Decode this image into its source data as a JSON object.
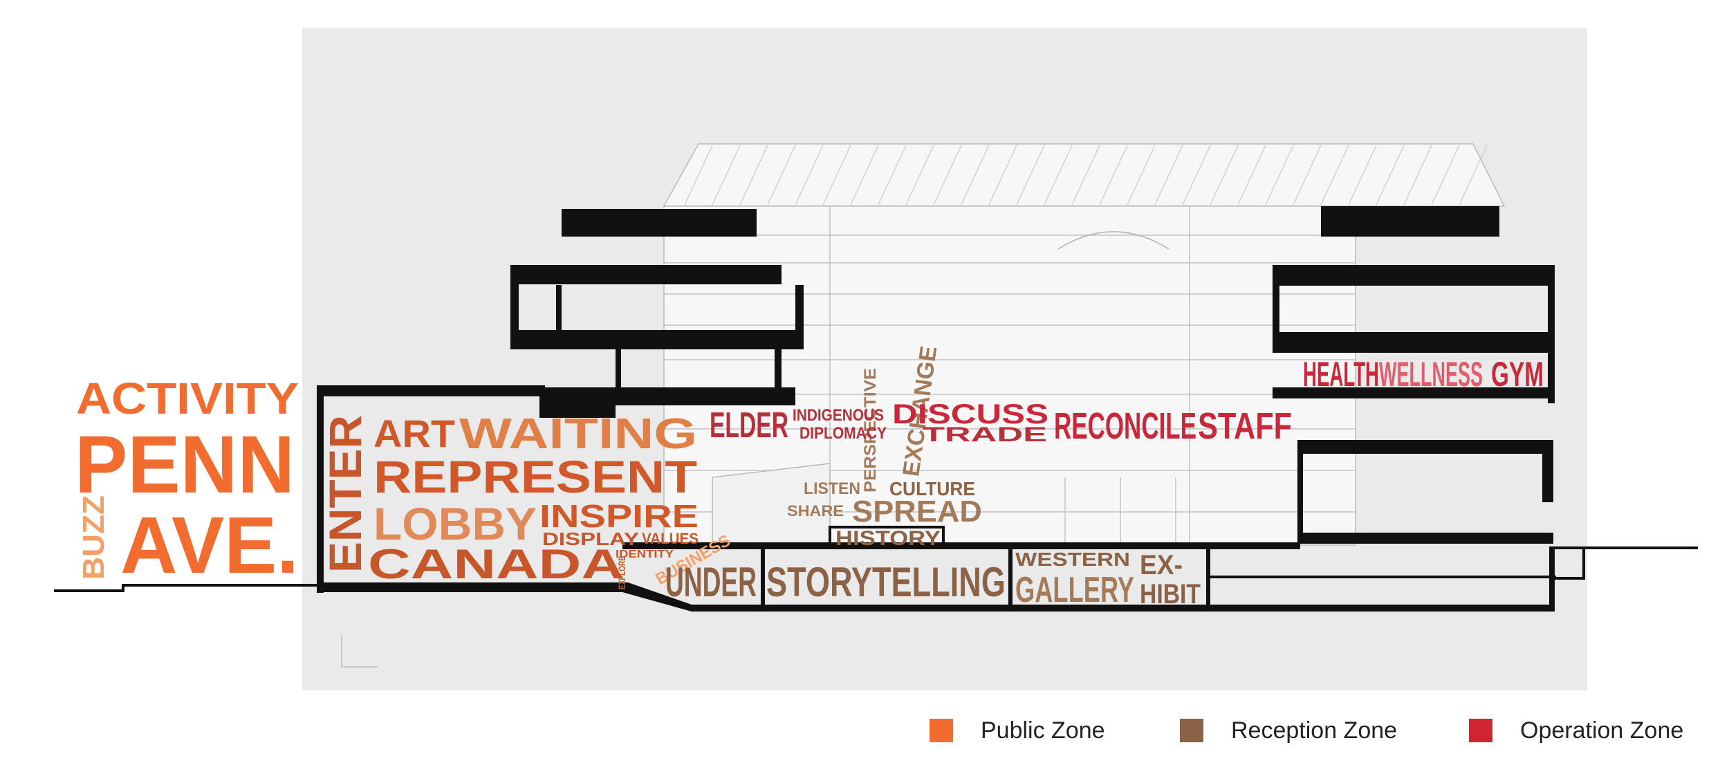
{
  "colors": {
    "public": "#F26B2F",
    "reception": "#8B6246",
    "operation": "#D02530",
    "background_panel": "#EAEAEA"
  },
  "words": {
    "public_street": [
      "ACTIVITY",
      "PENN",
      "AVE.",
      "BUZZ"
    ],
    "public_lobby": [
      "ENTER",
      "ART",
      "WAITING",
      "REPRESENT",
      "LOBBY",
      "INSPIRE",
      "DISPLAY",
      "VALUES",
      "CANADA",
      "IDENTITY",
      "EXPLORE",
      "BUSINESS"
    ],
    "reception": [
      "UNDER",
      "STORYTELLING",
      "WESTERN",
      "GALLERY",
      "EX-",
      "HIBIT",
      "HISTORY",
      "LISTEN",
      "CULTURE",
      "SHARE",
      "SPREAD",
      "PERSPECTIVE",
      "EXCHANGE"
    ],
    "operation": [
      "ELDER",
      "INDIGENOUS",
      "DIPLOMACY",
      "DISCUSS",
      "TRADE",
      "RECONCILE",
      "STAFF",
      "HEALTH",
      "WELLNESS",
      "GYM"
    ]
  },
  "legend": [
    {
      "label": "Public Zone",
      "color": "#F26B2F"
    },
    {
      "label": "Reception Zone",
      "color": "#8B6246"
    },
    {
      "label": "Operation Zone",
      "color": "#D02530"
    }
  ]
}
